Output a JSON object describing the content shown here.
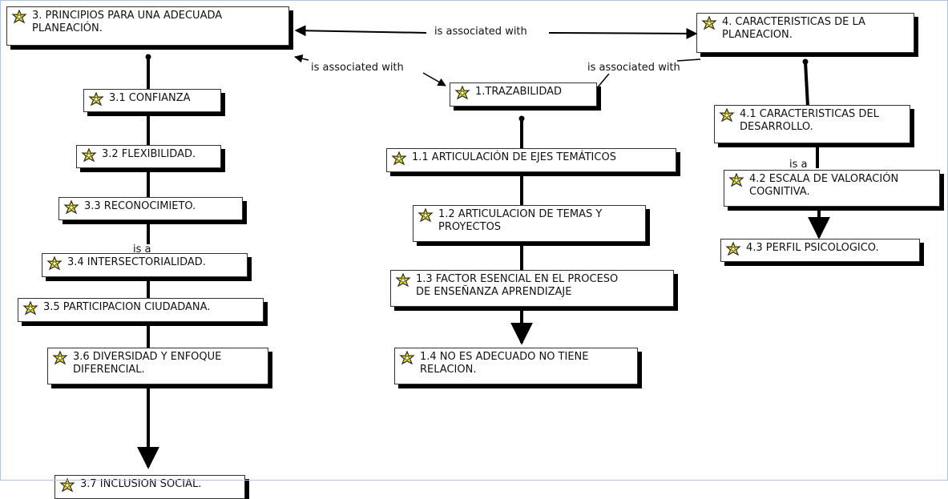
{
  "concept_map": {
    "icon": "concept-icon",
    "colors": {
      "node_border": "#333333",
      "node_shadow": "#000000",
      "icon_fill": "#f0e800",
      "line": "#000000",
      "window_border": "#a9c6e8"
    },
    "nodes": [
      {
        "id": "n3",
        "text": "3.  PRINCIPIOS PARA UNA ADECUADA\nPLANEACIÓN."
      },
      {
        "id": "n4",
        "text": "4. CARACTERISTICAS DE LA\nPLANEACION."
      },
      {
        "id": "n1",
        "text": "1.TRAZABILIDAD"
      },
      {
        "id": "n31",
        "text": "3.1 CONFIANZA"
      },
      {
        "id": "n32",
        "text": "3.2 FLEXIBILIDAD."
      },
      {
        "id": "n33",
        "text": "3.3 RECONOCIMIETO."
      },
      {
        "id": "n34",
        "text": "3.4 INTERSECTORIALIDAD."
      },
      {
        "id": "n35",
        "text": "3.5 PARTICIPACION CIUDADANA."
      },
      {
        "id": "n36",
        "text": "3.6 DIVERSIDAD Y ENFOQUE\nDIFERENCIAL."
      },
      {
        "id": "n37",
        "text": "3.7 INCLUSION SOCIAL."
      },
      {
        "id": "n11",
        "text": "1.1 ARTICULACIÓN DE EJES TEMÁTICOS"
      },
      {
        "id": "n12",
        "text": "1.2 ARTICULACION DE TEMAS Y\nPROYECTOS"
      },
      {
        "id": "n13",
        "text": "1.3 FACTOR ESENCIAL EN EL PROCESO\nDE ENSEÑANZA APRENDIZAJE"
      },
      {
        "id": "n14",
        "text": "1.4  NO ES ADECUADO NO TIENE\nRELACION."
      },
      {
        "id": "n41",
        "text": "4.1 CARACTERISTICAS DEL\nDESARROLLO."
      },
      {
        "id": "n42",
        "text": "4.2 ESCALA DE VALORACIÓN\nCOGNITIVA."
      },
      {
        "id": "n43",
        "text": "4.3 PERFIL PSICOLOGICO."
      }
    ],
    "relations": [
      {
        "id": "r_top",
        "text": "is associated with"
      },
      {
        "id": "r_left",
        "text": "is associated with"
      },
      {
        "id": "r_right",
        "text": "is associated with"
      },
      {
        "id": "r_isa_left",
        "text": "is a"
      },
      {
        "id": "r_isa_right",
        "text": "is a"
      }
    ]
  }
}
